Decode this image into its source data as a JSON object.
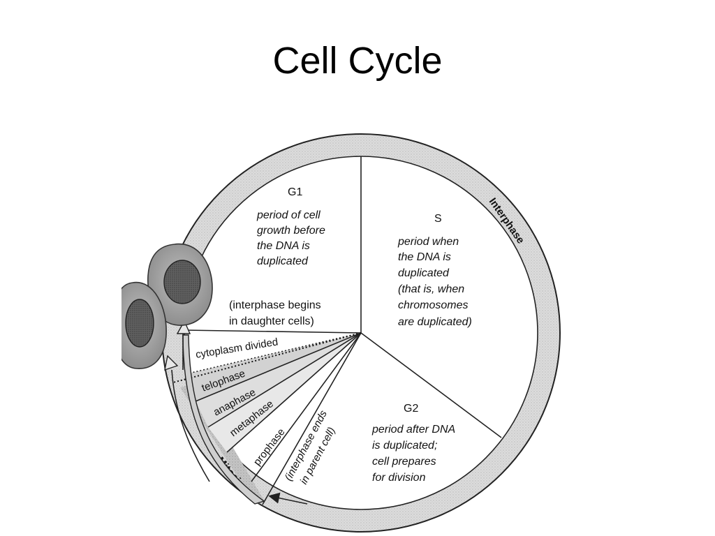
{
  "title": "Cell Cycle",
  "ring": {
    "interphase_label": "Interphase",
    "mitosis_label": "Mitosis"
  },
  "sectors": {
    "g1": {
      "name": "G1",
      "description": [
        "period of cell",
        "growth before",
        "the DNA is",
        "duplicated"
      ],
      "note": [
        "(interphase begins",
        "in daughter cells)"
      ]
    },
    "s": {
      "name": "S",
      "description": [
        "period when",
        "the DNA is",
        "duplicated",
        "(that is, when",
        "chromosomes",
        "are duplicated)"
      ]
    },
    "g2": {
      "name": "G2",
      "description": [
        "period after DNA",
        "is duplicated;",
        "cell prepares",
        "for division"
      ]
    }
  },
  "mitosis_phases": {
    "cytoplasm": "cytoplasm divided",
    "telophase": "telophase",
    "anaphase": "anaphase",
    "metaphase": "metaphase",
    "prophase": "prophase",
    "interphase_ends": [
      "(interphase ends",
      "in parent cell)"
    ]
  },
  "colors": {
    "ring_fill": "#e2e2e2",
    "mitosis_band": "#c8c8c8",
    "cell_outer": "#9c9c9c",
    "nucleus": "#5a5a5a",
    "line": "#222222"
  }
}
